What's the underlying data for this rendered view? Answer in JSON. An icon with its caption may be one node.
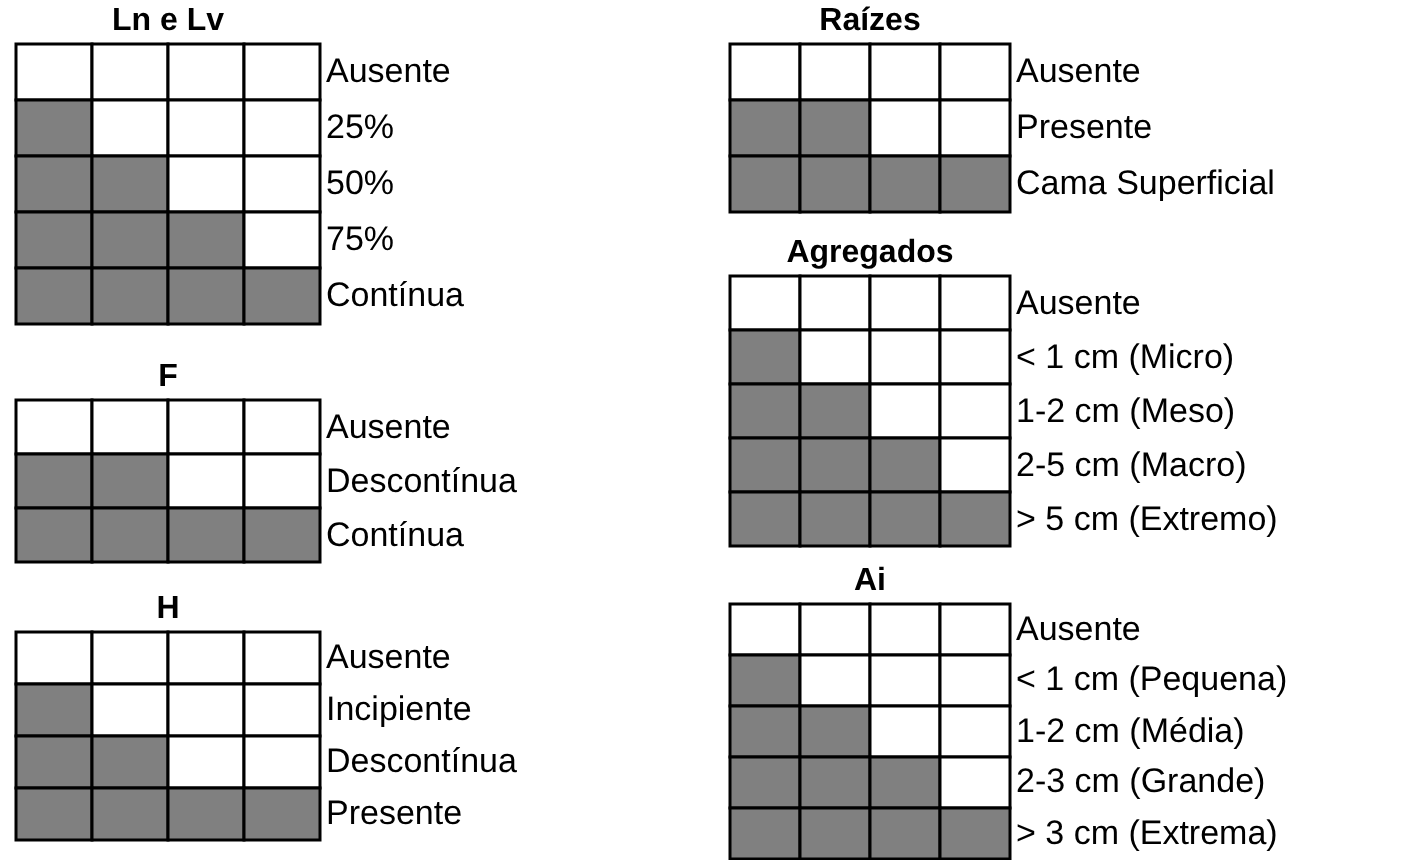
{
  "diagram": {
    "nodes": [
      {
        "text": [
          "Ln e Lv"
        ],
        "beside": [
          "Ausente",
          "25%",
          "50%",
          "75%",
          "Contínua"
        ]
      },
      {
        "text": [
          "F"
        ],
        "beside": [
          "Ausente",
          "Descontínua",
          "Contínua"
        ]
      },
      {
        "text": [
          "H"
        ],
        "beside": [
          "Ausente",
          "Incipiente",
          "Descontínua",
          "Presente"
        ]
      },
      {
        "text": [
          "Raízes"
        ],
        "beside": [
          "Ausente",
          "Presente",
          "Cama Superficial"
        ]
      },
      {
        "text": [
          "Agregados"
        ],
        "beside": [
          "Ausente",
          "< 1 cm (Micro)",
          "1-2 cm (Meso)",
          "2-5 cm (Macro)",
          "> 5 cm (Extremo)"
        ]
      },
      {
        "text": [
          "Ai"
        ],
        "beside": [
          "Ausente",
          "< 1 cm (Pequena)",
          "1-2 cm (Média)",
          "2-3 cm (Grande)",
          "> 3 cm (Extrema)"
        ]
      }
    ]
  }
}
